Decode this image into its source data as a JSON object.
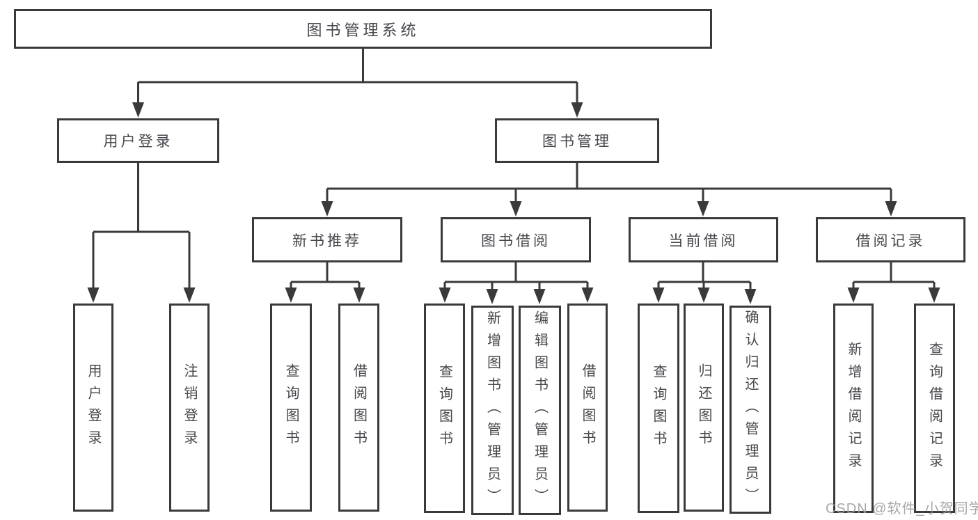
{
  "tree": {
    "label": "图书管理系统",
    "children": [
      {
        "label": "用户登录",
        "children": [
          {
            "label": "用户登录"
          },
          {
            "label": "注销登录"
          }
        ]
      },
      {
        "label": "图书管理",
        "children": [
          {
            "label": "新书推荐",
            "children": [
              {
                "label": "查询图书"
              },
              {
                "label": "借阅图书"
              }
            ]
          },
          {
            "label": "图书借阅",
            "children": [
              {
                "label": "查询图书"
              },
              {
                "label": "新增图书（管理员）"
              },
              {
                "label": "编辑图书（管理员）"
              },
              {
                "label": "借阅图书"
              }
            ]
          },
          {
            "label": "当前借阅",
            "children": [
              {
                "label": "查询图书"
              },
              {
                "label": "归还图书"
              },
              {
                "label": "确认归还（管理员）"
              }
            ]
          },
          {
            "label": "借阅记录",
            "children": [
              {
                "label": "新增借阅记录"
              },
              {
                "label": "查询借阅记录"
              }
            ]
          }
        ]
      }
    ]
  },
  "watermark": {
    "text": "CSDN @软件_小贺同学"
  },
  "colors": {
    "line": "#3a3a3a",
    "box_border": "#3a3a3a",
    "text": "#47474d",
    "watermark": "#9e9e9e",
    "background": "#ffffff"
  }
}
